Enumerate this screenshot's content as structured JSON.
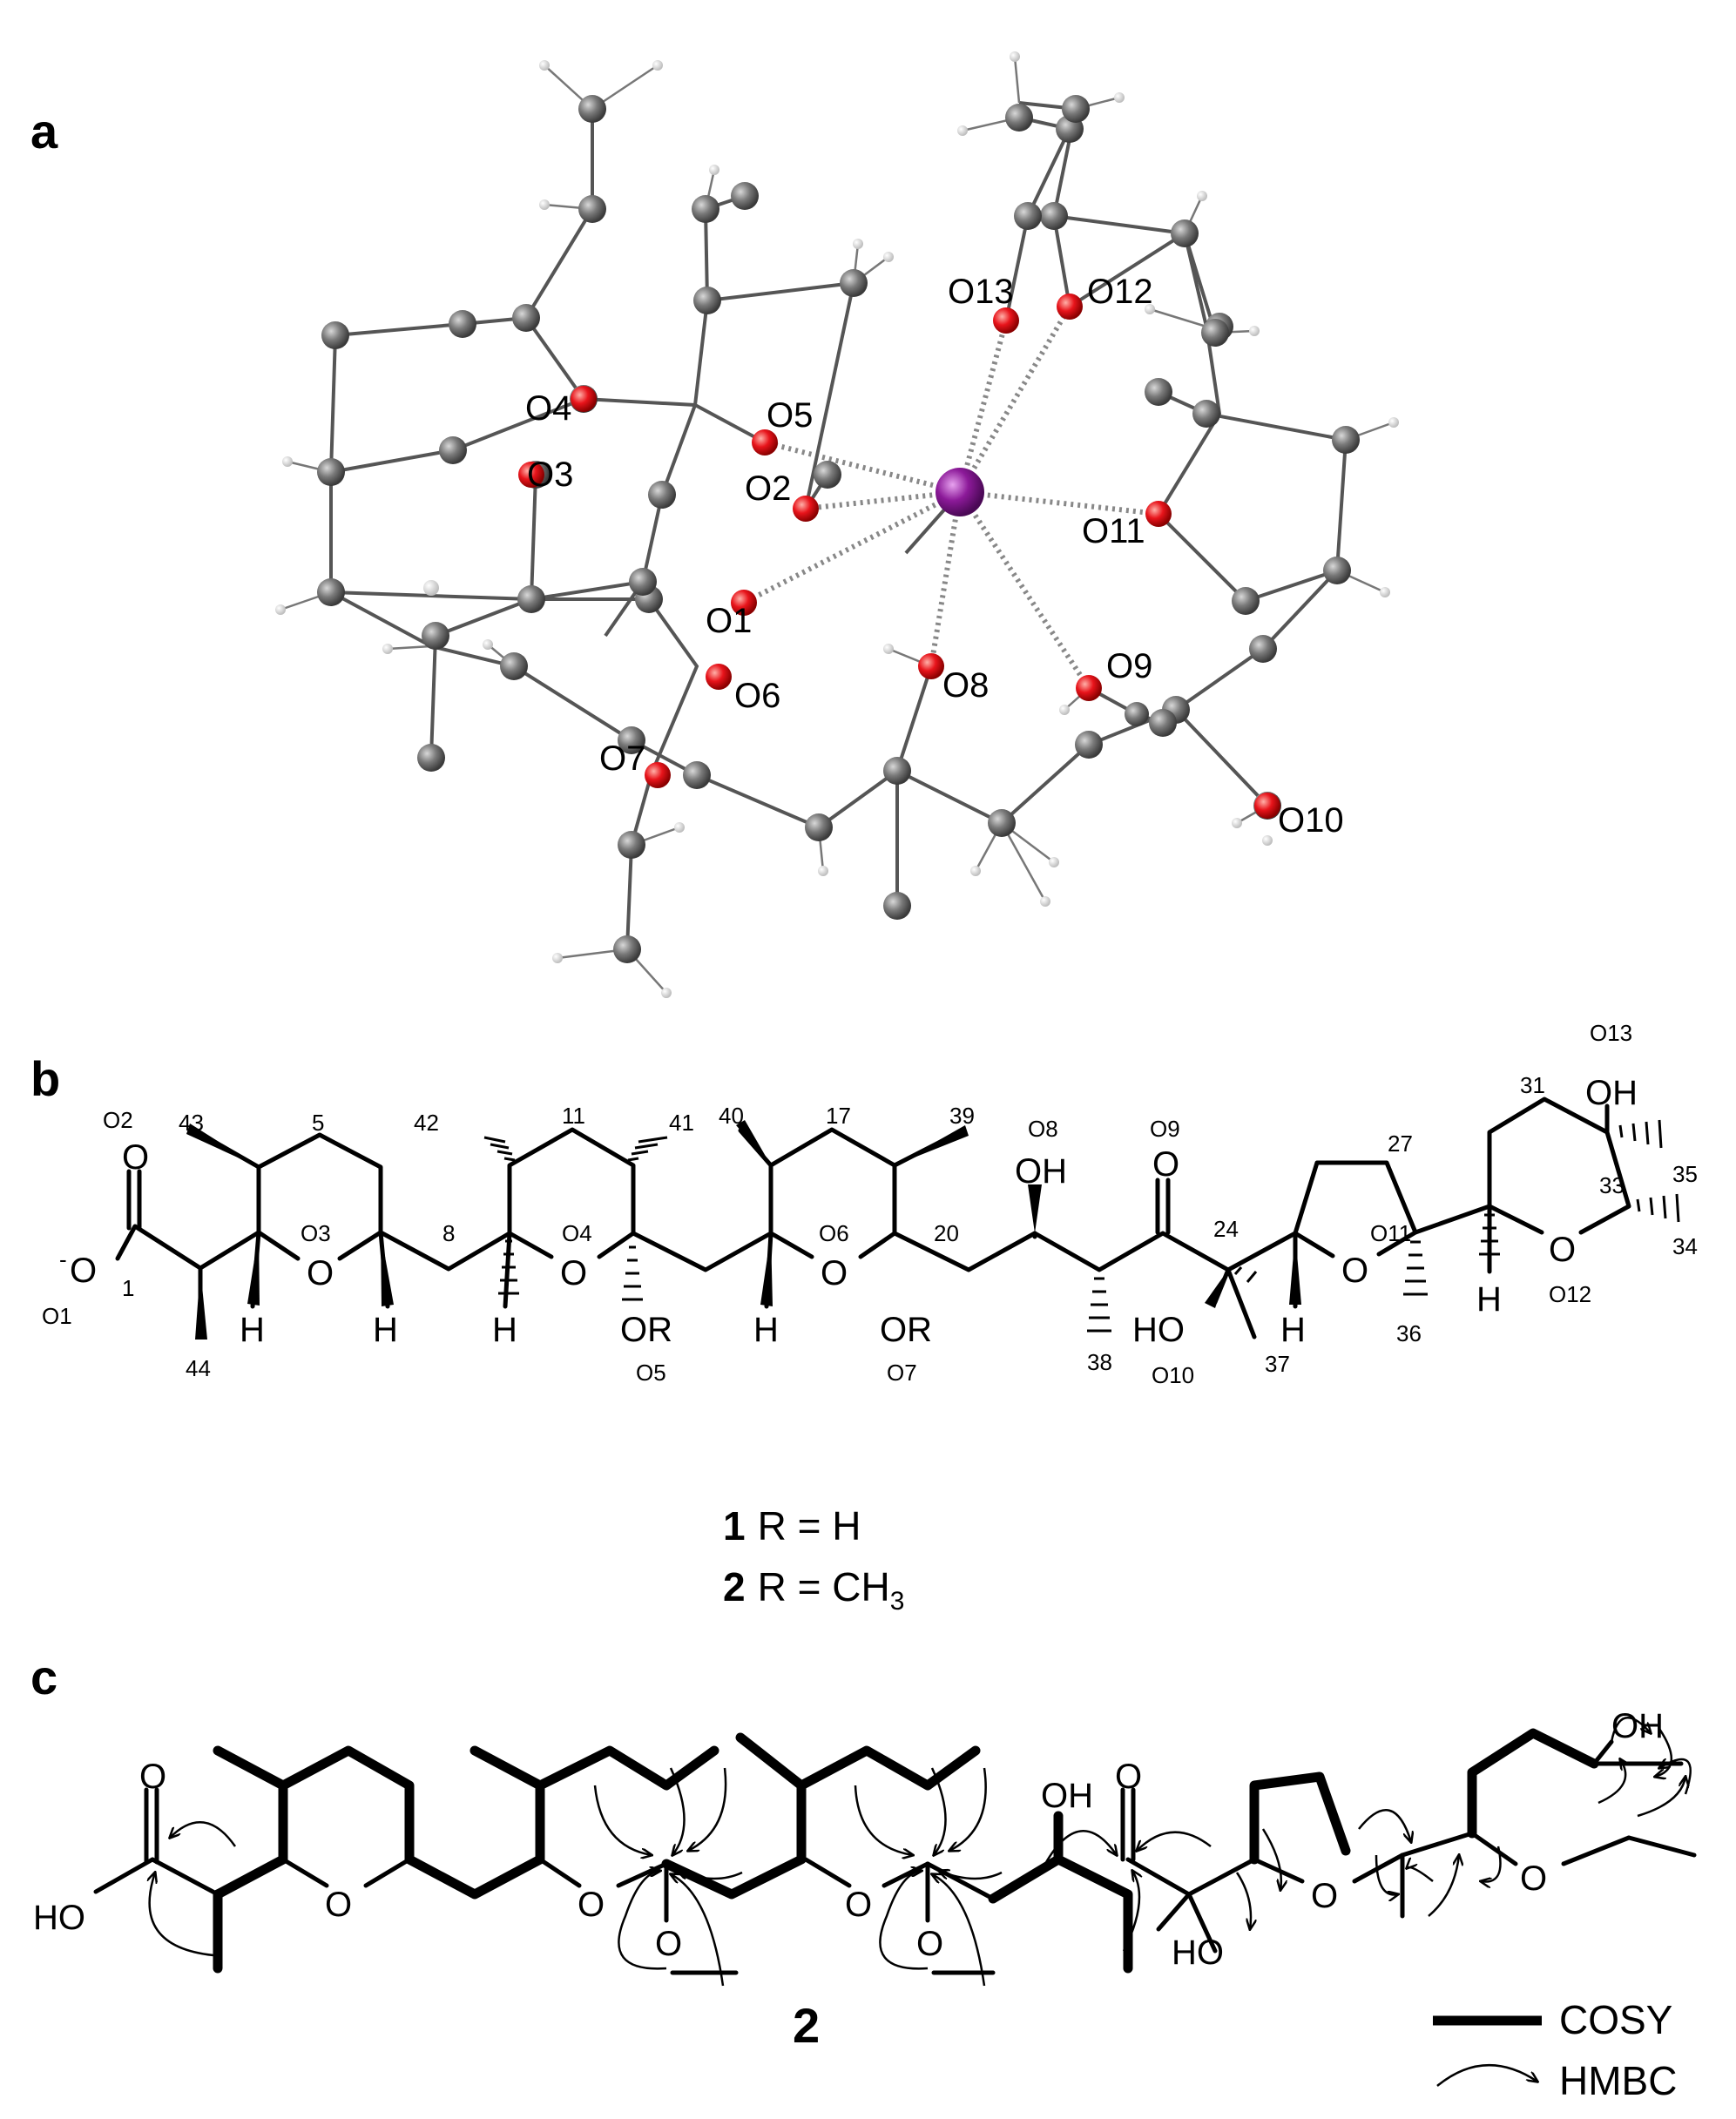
{
  "panels": {
    "a": "a",
    "b": "b",
    "c": "c"
  },
  "crystal_atom_labels": [
    "O1",
    "O2",
    "O3",
    "O4",
    "O5",
    "O6",
    "O7",
    "O8",
    "O9",
    "O10",
    "O11",
    "O12",
    "O13"
  ],
  "structure_b": {
    "oxygen_labels": [
      "O1",
      "O2",
      "O3",
      "O4",
      "O5",
      "O6",
      "O7",
      "O8",
      "O9",
      "O10",
      "O11",
      "O12",
      "O13"
    ],
    "carbon_numbers": [
      "1",
      "5",
      "8",
      "11",
      "17",
      "20",
      "24",
      "27",
      "31",
      "33",
      "34",
      "35",
      "36",
      "37",
      "38",
      "39",
      "40",
      "41",
      "42",
      "43",
      "44"
    ],
    "group_texts": {
      "oh_8": "OH",
      "ketone_o": "O",
      "ho_24": "HO",
      "oh_13": "OH",
      "or_5": "OR",
      "or_7": "OR",
      "carboxylate_minus": "-",
      "ring_o": "O",
      "h": "H"
    }
  },
  "compound_definitions": [
    {
      "number": "1",
      "text": "R = H"
    },
    {
      "number": "2",
      "text": "R = CH",
      "subscript": "3"
    }
  ],
  "structure_c": {
    "compound_number": "2",
    "group_texts": {
      "ho": "HO",
      "oh": "OH",
      "o": "O"
    }
  },
  "legend": [
    {
      "symbol": "bold-line",
      "label": "COSY"
    },
    {
      "symbol": "curved-arrow",
      "label": "HMBC"
    }
  ],
  "colors": {
    "oxygen": "#e8141b",
    "carbon": "#7a7a7a",
    "hydrogen": "#d9d9d9",
    "metal": "#8c1a99",
    "bond": "#555555"
  }
}
